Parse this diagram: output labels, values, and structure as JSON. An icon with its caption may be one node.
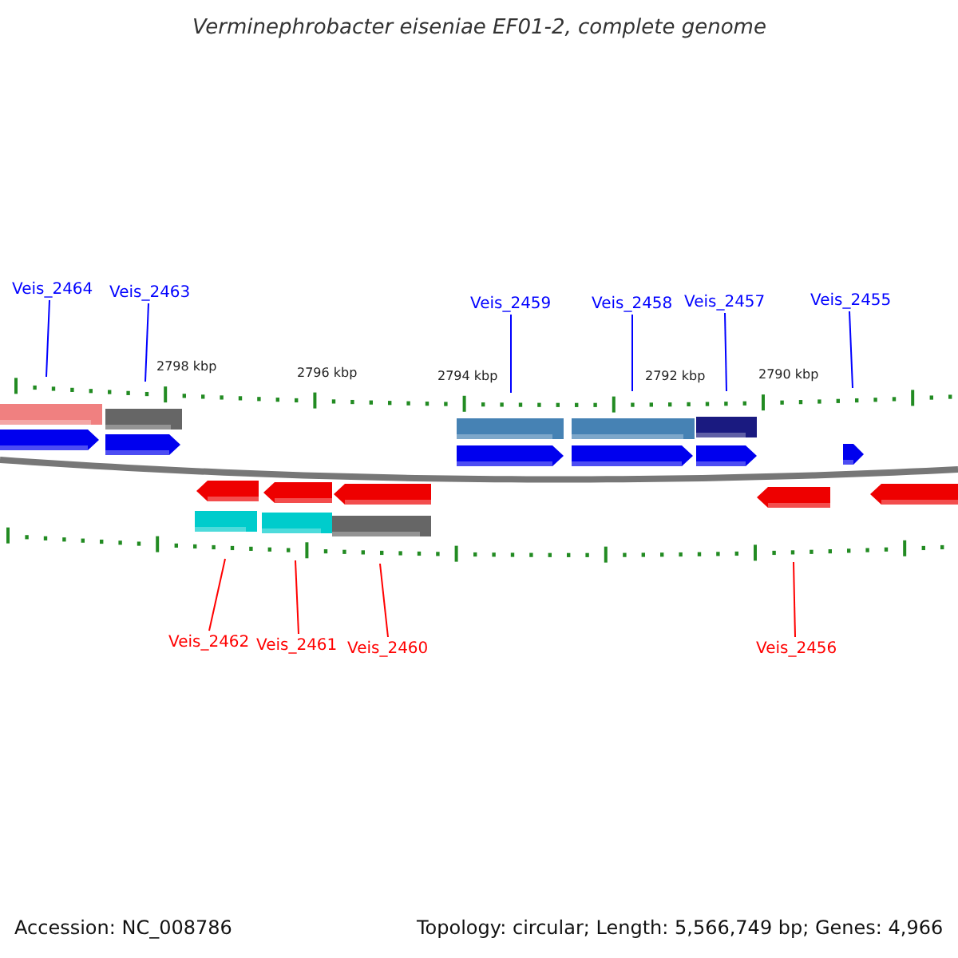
{
  "diagram": {
    "title": "Verminephrobacter eiseniae EF01-2, complete genome",
    "nodes": [
      {
        "text": [
          "Veis_2464"
        ]
      },
      {
        "text": [
          "Veis_2463"
        ]
      },
      {
        "text": [
          "Veis_2459"
        ]
      },
      {
        "text": [
          "Veis_2458"
        ]
      },
      {
        "text": [
          "Veis_2457"
        ]
      },
      {
        "text": [
          "Veis_2455"
        ]
      },
      {
        "text": [
          "Veis_2462"
        ]
      },
      {
        "text": [
          "Veis_2461"
        ]
      },
      {
        "text": [
          "Veis_2460"
        ]
      },
      {
        "text": [
          "Veis_2456"
        ]
      }
    ],
    "edges": [
      {
        "from": 0,
        "to": null,
        "arrow": "none"
      },
      {
        "from": 1,
        "to": null,
        "arrow": "none"
      },
      {
        "from": 2,
        "to": null,
        "arrow": "none"
      },
      {
        "from": 3,
        "to": null,
        "arrow": "none"
      },
      {
        "from": 4,
        "to": null,
        "arrow": "none"
      },
      {
        "from": 5,
        "to": null,
        "arrow": "none"
      },
      {
        "from": 6,
        "to": null,
        "arrow": "none",
        "color": "#ff0000"
      },
      {
        "from": 7,
        "to": null,
        "arrow": "none",
        "color": "#ff0000"
      },
      {
        "from": 8,
        "to": null,
        "arrow": "none",
        "color": "#ff0000"
      },
      {
        "from": 9,
        "to": null,
        "arrow": "none",
        "color": "#ff0000"
      }
    ],
    "labels": [
      "2798 kbp",
      "2796 kbp",
      "2794 kbp",
      "2792 kbp",
      "2790 kbp",
      "Accession: NC_008786",
      "Topology: circular; Length: 5,566,749 bp; Genes: 4,966"
    ]
  }
}
